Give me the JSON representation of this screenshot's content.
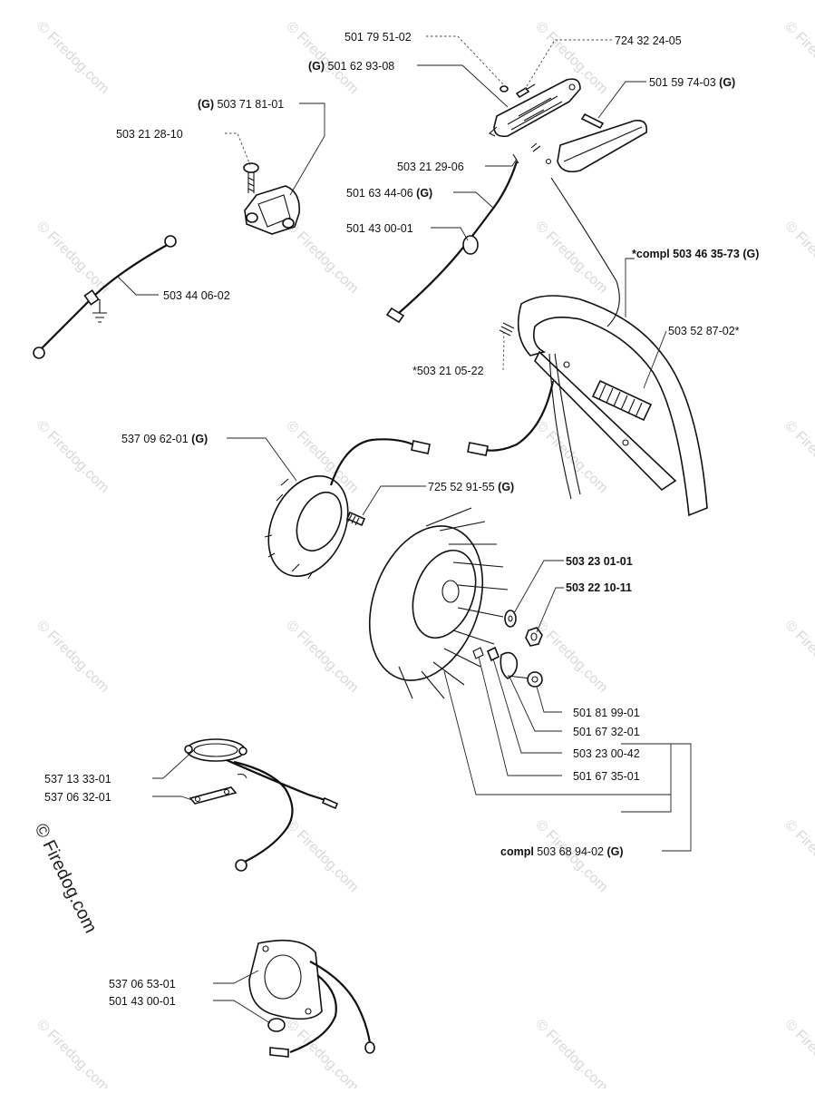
{
  "watermark": {
    "text": "© Firedog.com",
    "side_text": "© Firedog.com"
  },
  "labels": {
    "p5017951": {
      "prefix": "",
      "number": "501 79 51-02",
      "suffix": ""
    },
    "p7243224": {
      "prefix": "",
      "number": "724 32 24-05",
      "suffix": ""
    },
    "p5016293": {
      "prefix": "(G)",
      "number": "501 62 93-08",
      "suffix": ""
    },
    "p5015974": {
      "prefix": "",
      "number": "501 59 74-03",
      "suffix": "(G)"
    },
    "p5037181": {
      "prefix": "(G)",
      "number": "503 71 81-01",
      "suffix": ""
    },
    "p5032128": {
      "prefix": "",
      "number": "503 21 28-10",
      "suffix": ""
    },
    "p5032129": {
      "prefix": "",
      "number": "503 21 29-06",
      "suffix": ""
    },
    "p5016344": {
      "prefix": "",
      "number": "501 63 44-06",
      "suffix": "(G)"
    },
    "p5014300a": {
      "prefix": "",
      "number": "501 43 00-01",
      "suffix": ""
    },
    "p5034635": {
      "prefix": "",
      "number": "*compl 503 46 35-73",
      "suffix": "(G)"
    },
    "p5034406": {
      "prefix": "",
      "number": "503 44 06-02",
      "suffix": ""
    },
    "p5035287": {
      "prefix": "",
      "number": "503 52 87-02*",
      "suffix": ""
    },
    "p5032105": {
      "prefix": "",
      "number": "*503 21 05-22",
      "suffix": ""
    },
    "p5370962": {
      "prefix": "",
      "number": "537 09 62-01",
      "suffix": "(G)"
    },
    "p7255291": {
      "prefix": "",
      "number": "725 52 91-55",
      "suffix": "(G)"
    },
    "p5032301": {
      "prefix": "",
      "number": "503 23 01-01",
      "suffix": ""
    },
    "p5032210": {
      "prefix": "",
      "number": "503 22 10-11",
      "suffix": ""
    },
    "p5018199": {
      "prefix": "",
      "number": "501 81 99-01",
      "suffix": ""
    },
    "p5016732": {
      "prefix": "",
      "number": "501 67 32-01",
      "suffix": ""
    },
    "p5032300": {
      "prefix": "",
      "number": "503 23 00-42",
      "suffix": ""
    },
    "p5016735": {
      "prefix": "",
      "number": "501 67 35-01",
      "suffix": ""
    },
    "p5371333": {
      "prefix": "",
      "number": "537 13 33-01",
      "suffix": ""
    },
    "p5370632": {
      "prefix": "",
      "number": "537 06 32-01",
      "suffix": ""
    },
    "p5036894": {
      "prefix": "compl",
      "number": "503 68 94-02",
      "suffix": "(G)"
    },
    "p5370653": {
      "prefix": "",
      "number": "537 06 53-01",
      "suffix": ""
    },
    "p5014300b": {
      "prefix": "",
      "number": "501 43 00-01",
      "suffix": ""
    }
  }
}
